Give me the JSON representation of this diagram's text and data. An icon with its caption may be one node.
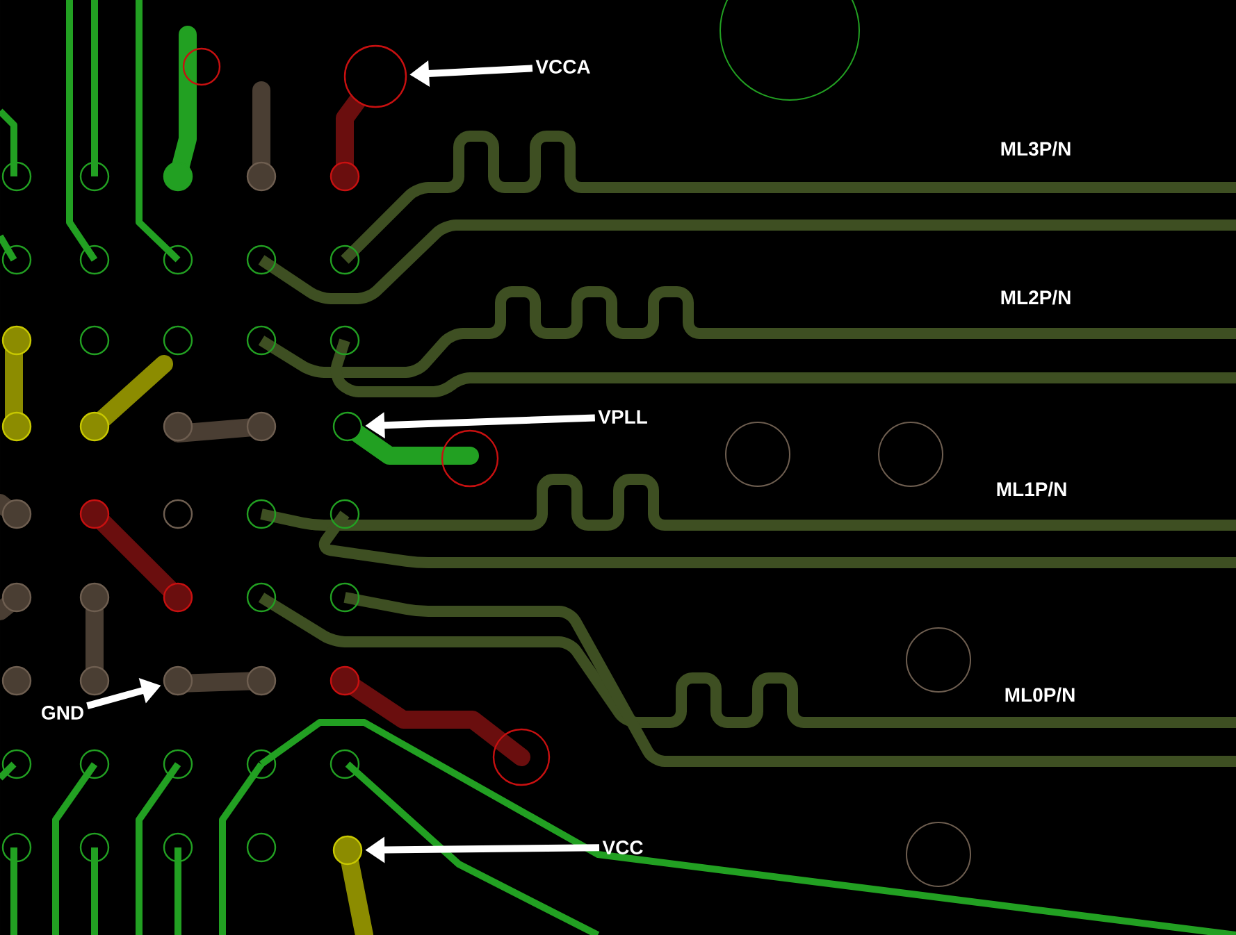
{
  "diagram": {
    "nodes": [
      {
        "text": [
          "VCCA"
        ]
      },
      {
        "text": [],
        "shape": "circle"
      },
      {
        "text": [
          "VPLL"
        ]
      },
      {
        "text": [],
        "shape": "circle"
      },
      {
        "text": [
          "GND"
        ]
      },
      {
        "text": [],
        "shape": "circle"
      },
      {
        "text": [
          "VCC"
        ]
      },
      {
        "text": [],
        "shape": "circle"
      }
    ],
    "edges": [
      {
        "from": 0,
        "to": 1,
        "arrow": "to"
      },
      {
        "from": 2,
        "to": 3,
        "arrow": "to"
      },
      {
        "from": 4,
        "to": 5,
        "arrow": "to"
      },
      {
        "from": 6,
        "to": 7,
        "arrow": "to"
      }
    ],
    "labels": [
      "ML3P/N",
      "ML2P/N",
      "ML1P/N",
      "ML0P/N"
    ]
  }
}
